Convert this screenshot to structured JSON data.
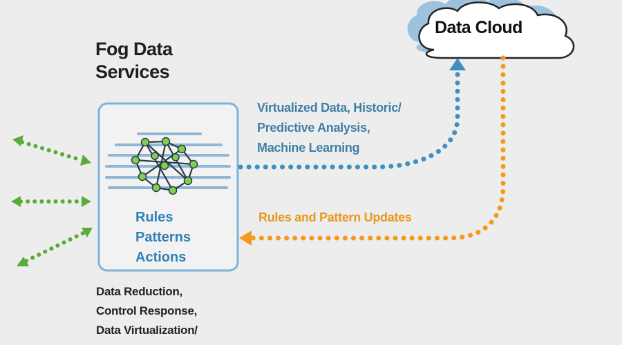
{
  "title": "Fog Data\nServices",
  "cloud_label": "Data Cloud",
  "blue_arrow_label": "Virtualized Data, Historic/\nPredictive Analysis,\nMachine Learning",
  "orange_arrow_label": "Rules and Pattern Updates",
  "box_lines": [
    "Rules",
    "Patterns",
    "Actions"
  ],
  "bottom_lines": [
    "Data Reduction,",
    "Control Response,",
    "Data Virtualization/"
  ],
  "colors": {
    "background": "#ededed",
    "box_border": "#7fb3d6",
    "blue_flow": "#3f8fc2",
    "orange_flow": "#f39a1d",
    "green_flow": "#5aab3a",
    "cloud_fill": "#ffffff",
    "cloud_shadow": "#9cc2de"
  },
  "icons": {
    "cloud": "cloud-icon",
    "network": "network-graph-icon"
  }
}
